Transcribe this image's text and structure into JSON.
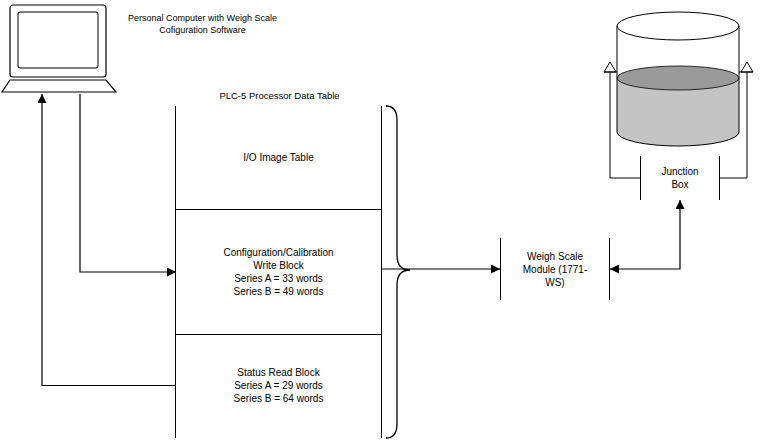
{
  "diagram": {
    "nodes": [
      {
        "text": [
          "Personal Computer with Weigh Scale Cofiguration Software"
        ]
      },
      {
        "text": [
          "PLC-5 Processor Data Table"
        ]
      },
      {
        "text": [
          "I/O Image Table"
        ],
        "in": 1
      },
      {
        "text": [
          "Configuration/Calibration Write Block",
          "Series A = 33 words",
          "Series B = 49 words"
        ],
        "in": 1
      },
      {
        "text": [
          "Status Read Block",
          "Series A = 29 words",
          "Series B = 64 words"
        ],
        "in": 1
      },
      {
        "text": [
          "Weigh Scale Module (1771-WS)"
        ]
      },
      {
        "text": [
          "Junction Box"
        ]
      }
    ],
    "edges": [
      {
        "from": 0,
        "to": 3,
        "arrow": "to"
      },
      {
        "from": 4,
        "to": 0,
        "arrow": "to"
      },
      {
        "from": 1,
        "to": 5,
        "arrow": "to"
      },
      {
        "from": 5,
        "to": 6,
        "arrow": "both"
      }
    ]
  }
}
